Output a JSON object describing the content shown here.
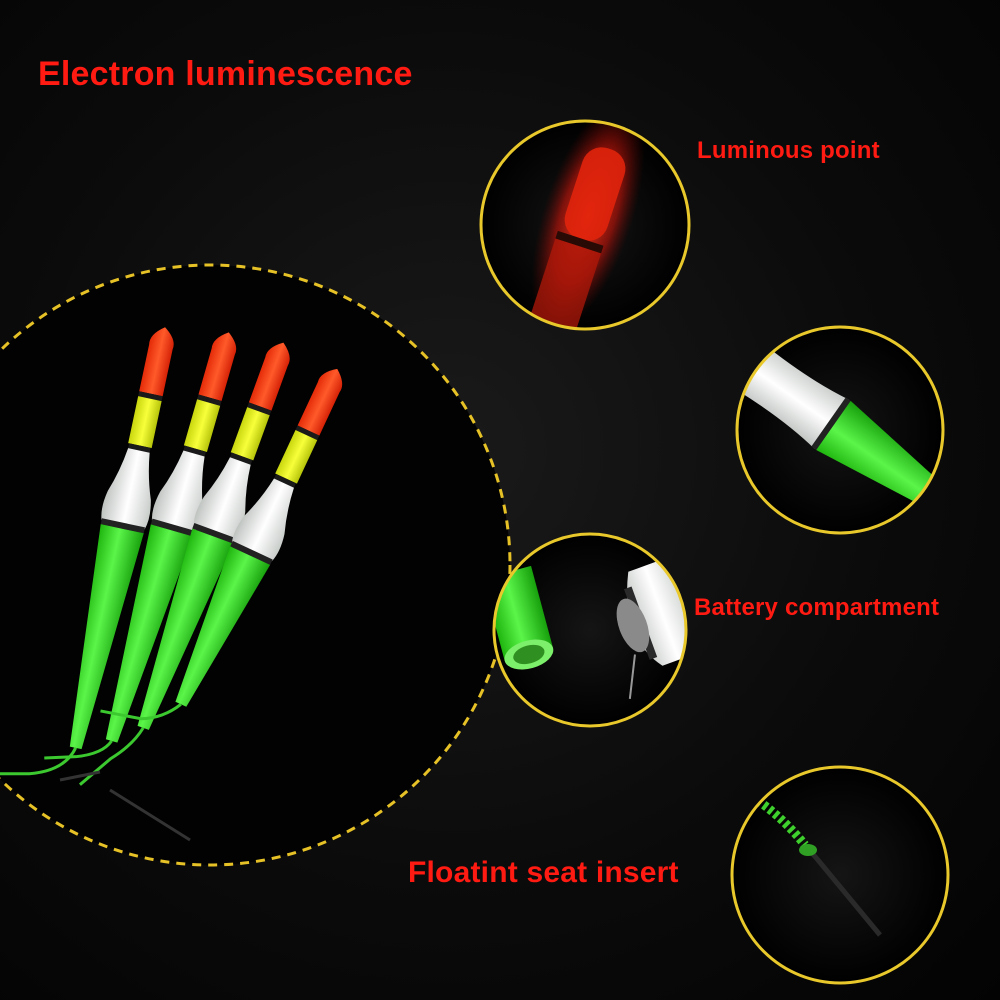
{
  "title": "Electron luminescence",
  "callouts": [
    {
      "label": "Luminous point"
    },
    {
      "label": "Battery compartment"
    },
    {
      "label": "Floatint seat insert"
    }
  ],
  "colors": {
    "label_red": "#ff1a12",
    "dashed_circle": "#e7c227",
    "callout_ring": "#e8c82b",
    "float_green": "#33e622",
    "float_yellow": "#e9f21a",
    "float_tip": "#ff3a12",
    "background": "#050505"
  },
  "icons": [
    "fishing-float-illustration",
    "luminous-tip-closeup",
    "float-body-closeup",
    "battery-compartment-closeup",
    "seat-insert-closeup"
  ]
}
